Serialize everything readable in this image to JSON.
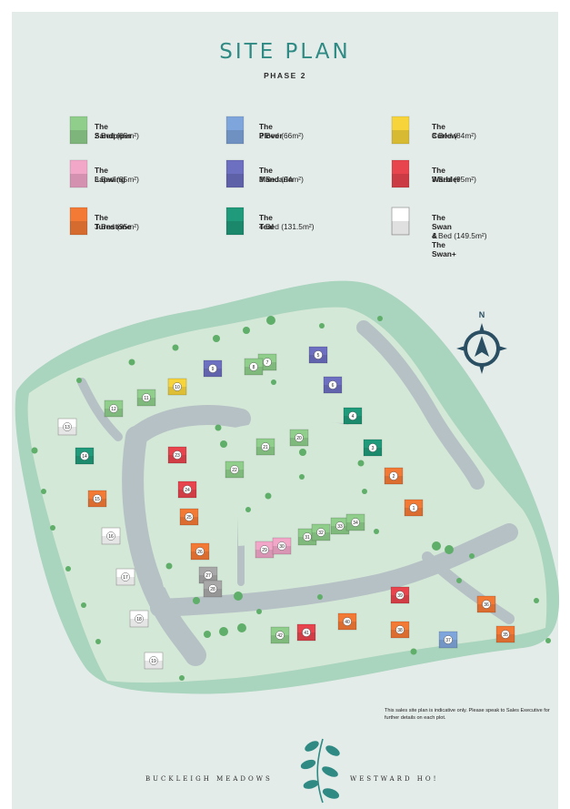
{
  "header": {
    "title": "SITE PLAN",
    "phase": "PHASE 2"
  },
  "legend": [
    {
      "name": "The Sandpiper",
      "spec": "2 Bed (65m²)",
      "color": "#8fce8b"
    },
    {
      "name": "The Plover",
      "spec": "2 Bed (66m²)",
      "color": "#7fa6dc"
    },
    {
      "name": "The Curlew",
      "spec": "3 Bed (84m²)",
      "color": "#f6d43a"
    },
    {
      "name": "The Lapwing",
      "spec": "3 Bed (85m²)",
      "color": "#f2a7c9"
    },
    {
      "name": "The Mandarin",
      "spec": "3 Bed (94m²)",
      "color": "#6d6fc0"
    },
    {
      "name": "The Warbler",
      "spec": "3 Bed (95m²)",
      "color": "#e8444d"
    },
    {
      "name": "The Turnstone",
      "spec": "3 Bed (95m²)",
      "color": "#f37a35"
    },
    {
      "name": "The Teal",
      "spec": "4 Bed (131.5m²)",
      "color": "#1f9a7a"
    },
    {
      "name": "The Swan &\nThe Swan+",
      "spec": "4 Bed (149.5m²)",
      "color": "#ffffff"
    }
  ],
  "compass": {
    "label": "N",
    "color": "#2a4f63"
  },
  "plots": [
    {
      "n": "1",
      "c": "#f37a35"
    },
    {
      "n": "2",
      "c": "#f37a35"
    },
    {
      "n": "3",
      "c": "#1f9a7a"
    },
    {
      "n": "4",
      "c": "#1f9a7a"
    },
    {
      "n": "5",
      "c": "#6d6fc0"
    },
    {
      "n": "6",
      "c": "#6d6fc0"
    },
    {
      "n": "7",
      "c": "#8fce8b"
    },
    {
      "n": "8",
      "c": "#8fce8b"
    },
    {
      "n": "9",
      "c": "#6d6fc0"
    },
    {
      "n": "10",
      "c": "#f6d43a"
    },
    {
      "n": "11",
      "c": "#8fce8b"
    },
    {
      "n": "12",
      "c": "#8fce8b"
    },
    {
      "n": "13",
      "c": "#ffffff"
    },
    {
      "n": "14",
      "c": "#1f9a7a"
    },
    {
      "n": "15",
      "c": "#f37a35"
    },
    {
      "n": "16",
      "c": "#ffffff"
    },
    {
      "n": "17",
      "c": "#ffffff"
    },
    {
      "n": "18",
      "c": "#ffffff"
    },
    {
      "n": "19",
      "c": "#ffffff"
    },
    {
      "n": "20",
      "c": "#8fce8b"
    },
    {
      "n": "21",
      "c": "#8fce8b"
    },
    {
      "n": "22",
      "c": "#8fce8b"
    },
    {
      "n": "23",
      "c": "#e8444d"
    },
    {
      "n": "24",
      "c": "#e8444d"
    },
    {
      "n": "25",
      "c": "#f37a35"
    },
    {
      "n": "26",
      "c": "#f37a35"
    },
    {
      "n": "27",
      "c": "#a8a8a8"
    },
    {
      "n": "28",
      "c": "#a8a8a8"
    },
    {
      "n": "29",
      "c": "#f2a7c9"
    },
    {
      "n": "30",
      "c": "#f2a7c9"
    },
    {
      "n": "31",
      "c": "#8fce8b"
    },
    {
      "n": "32",
      "c": "#8fce8b"
    },
    {
      "n": "33",
      "c": "#8fce8b"
    },
    {
      "n": "34",
      "c": "#8fce8b"
    },
    {
      "n": "35",
      "c": "#f37a35"
    },
    {
      "n": "36",
      "c": "#f37a35"
    },
    {
      "n": "37",
      "c": "#7fa6dc"
    },
    {
      "n": "38",
      "c": "#f37a35"
    },
    {
      "n": "39",
      "c": "#e8444d"
    },
    {
      "n": "40",
      "c": "#f37a35"
    },
    {
      "n": "41",
      "c": "#e8444d"
    },
    {
      "n": "42",
      "c": "#8fce8b"
    }
  ],
  "disclaimer": "This sales site plan is indicative only. Please speak to Sales Executive for further details on each plot.",
  "footer": {
    "left": "BUCKLEIGH MEADOWS",
    "right": "WESTWARD HO!"
  }
}
